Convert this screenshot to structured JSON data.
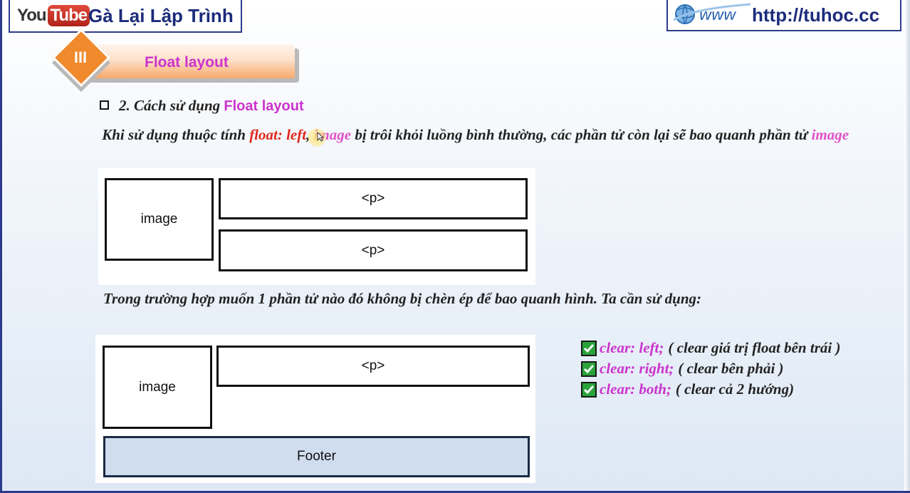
{
  "header": {
    "youtube_logo": {
      "you": "You",
      "tube": "Tube"
    },
    "channel_name": "Gà Lại Lập Trình",
    "www_icon": "www-globe-icon",
    "url": "http://tuhoc.cc"
  },
  "section": {
    "roman": "III",
    "title": "Float layout"
  },
  "bullet": {
    "prefix": "2. Cách sử dụng",
    "highlight": "Float layout"
  },
  "paragraph1": {
    "part1": "Khi sử dụng thuộc tính ",
    "float_value": "float: left",
    "comma": ", ",
    "image_word": "image",
    "part2": " bị trôi khỏi luồng bình thường, các phần tử còn lại sẽ bao quanh phần tử ",
    "image_word2": "image"
  },
  "diagram1": {
    "image_label": "image",
    "p1_label": "<p>",
    "p2_label": "<p>"
  },
  "paragraph2": "Trong trường hợp muốn 1 phần tử nào đó không bị chèn ép để bao quanh hình. Ta cần sử dụng:",
  "diagram2": {
    "image_label": "image",
    "p_label": "<p>",
    "footer_label": "Footer"
  },
  "clear_options": [
    {
      "property": "clear: left;",
      "description": "( clear giá trị float bên trái )"
    },
    {
      "property": "clear: right;",
      "description": "( clear bên phải )"
    },
    {
      "property": "clear: both;",
      "description": "( clear cả 2 hướng)"
    }
  ],
  "colors": {
    "accent_magenta": "#cc33cc",
    "accent_red": "#e0281e",
    "banner_orange": "#f08a2c",
    "check_green": "#29a33a",
    "header_blue": "#1c2b7a"
  }
}
